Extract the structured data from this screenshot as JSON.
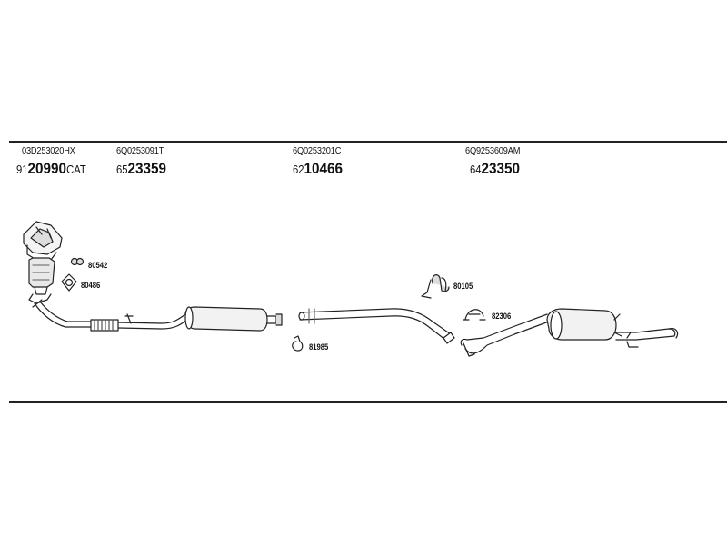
{
  "headers": [
    {
      "oe": "03D253020HX",
      "prefix": "91",
      "number": "20990",
      "suffix": "CAT"
    },
    {
      "oe": "6Q0253091T",
      "prefix": "65",
      "number": "23359",
      "suffix": ""
    },
    {
      "oe": "6Q0253201C",
      "prefix": "62",
      "number": "10466",
      "suffix": ""
    },
    {
      "oe": "6Q9253609AM",
      "prefix": "64",
      "number": "23350",
      "suffix": ""
    }
  ],
  "parts": {
    "p80542": "80542",
    "p80486": "80486",
    "p81985": "81985",
    "p80105": "80105",
    "p82306": "82306"
  }
}
